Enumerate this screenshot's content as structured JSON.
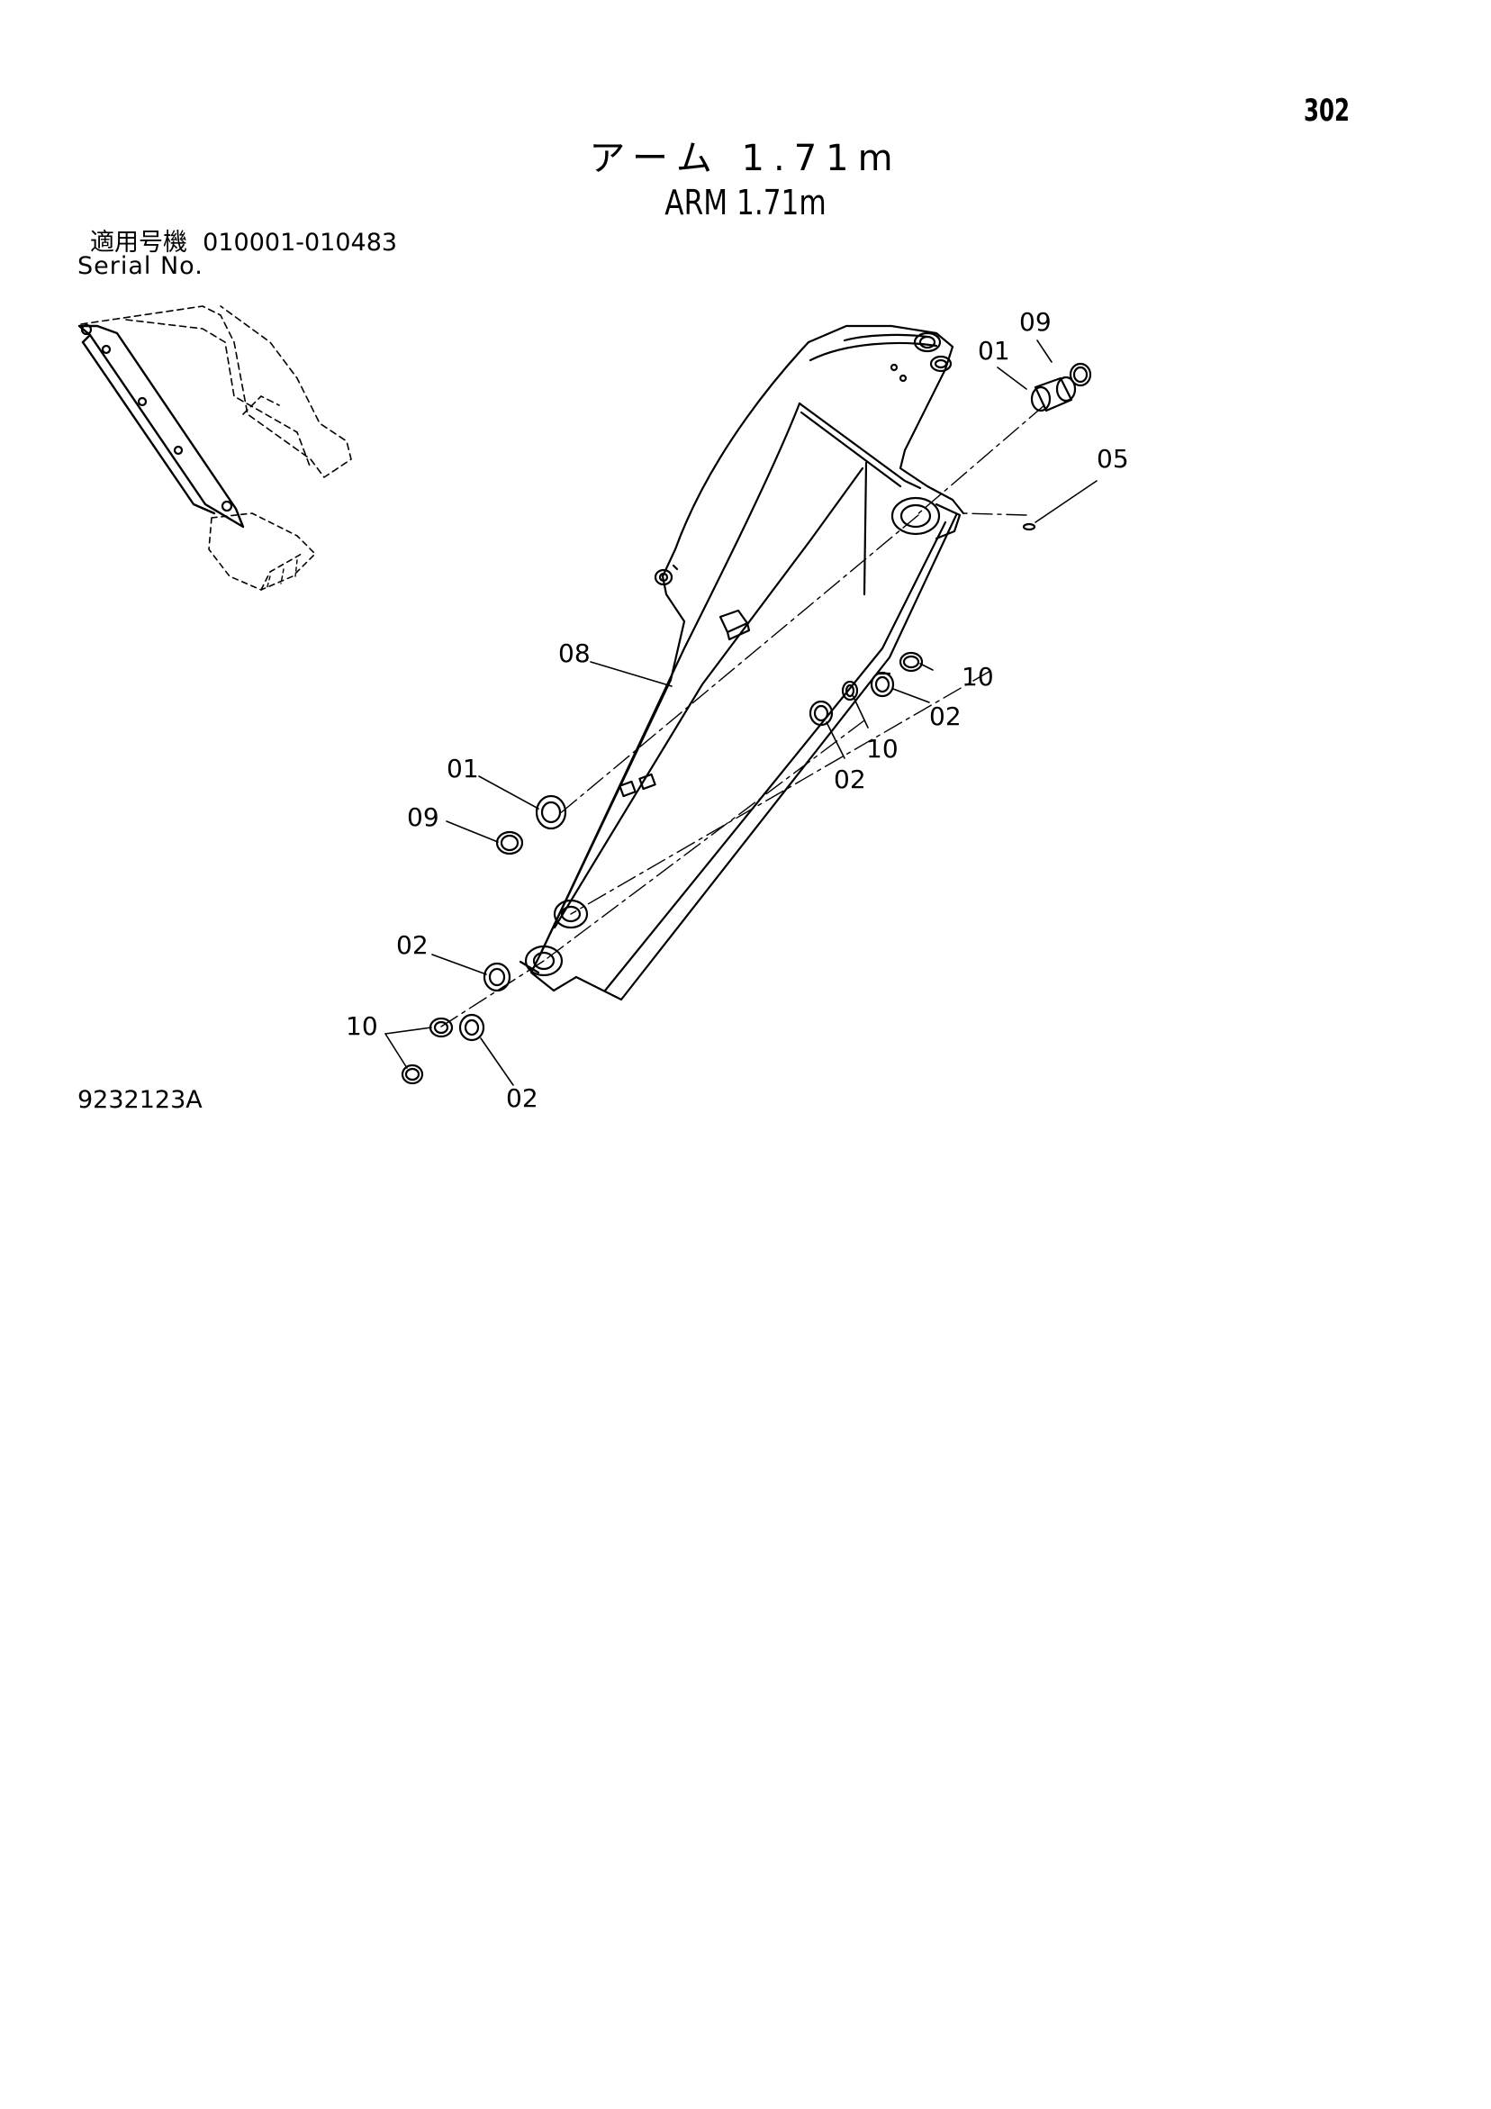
{
  "page_number": "302",
  "title": {
    "japanese": "アーム 1.71m",
    "english": "ARM 1.71m"
  },
  "serial": {
    "label_japanese": "適用号機",
    "range": "010001-010483",
    "label_english": "Serial No."
  },
  "drawing_number": "9232123A",
  "callouts": [
    "09",
    "01",
    "05",
    "08",
    "10",
    "02",
    "10",
    "02",
    "01",
    "09",
    "02",
    "10",
    "02"
  ]
}
